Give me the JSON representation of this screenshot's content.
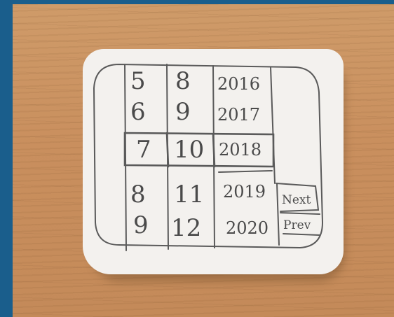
{
  "columns": {
    "day": {
      "above": [
        "5",
        "6"
      ],
      "selected": "7",
      "below": [
        "8",
        "9"
      ]
    },
    "month": {
      "above": [
        "8",
        "9"
      ],
      "selected": "10",
      "below": [
        "11",
        "12"
      ]
    },
    "year": {
      "above": [
        "2016",
        "2017"
      ],
      "selected": "2018",
      "below": [
        "2019",
        "2020"
      ]
    }
  },
  "buttons": {
    "next_label": "Next",
    "prev_label": "Prev"
  },
  "colors": {
    "pencil": "#4a4a4a",
    "paper": "#f3f1ee",
    "table": "#c98f5e",
    "border": "#1a5e8c"
  }
}
